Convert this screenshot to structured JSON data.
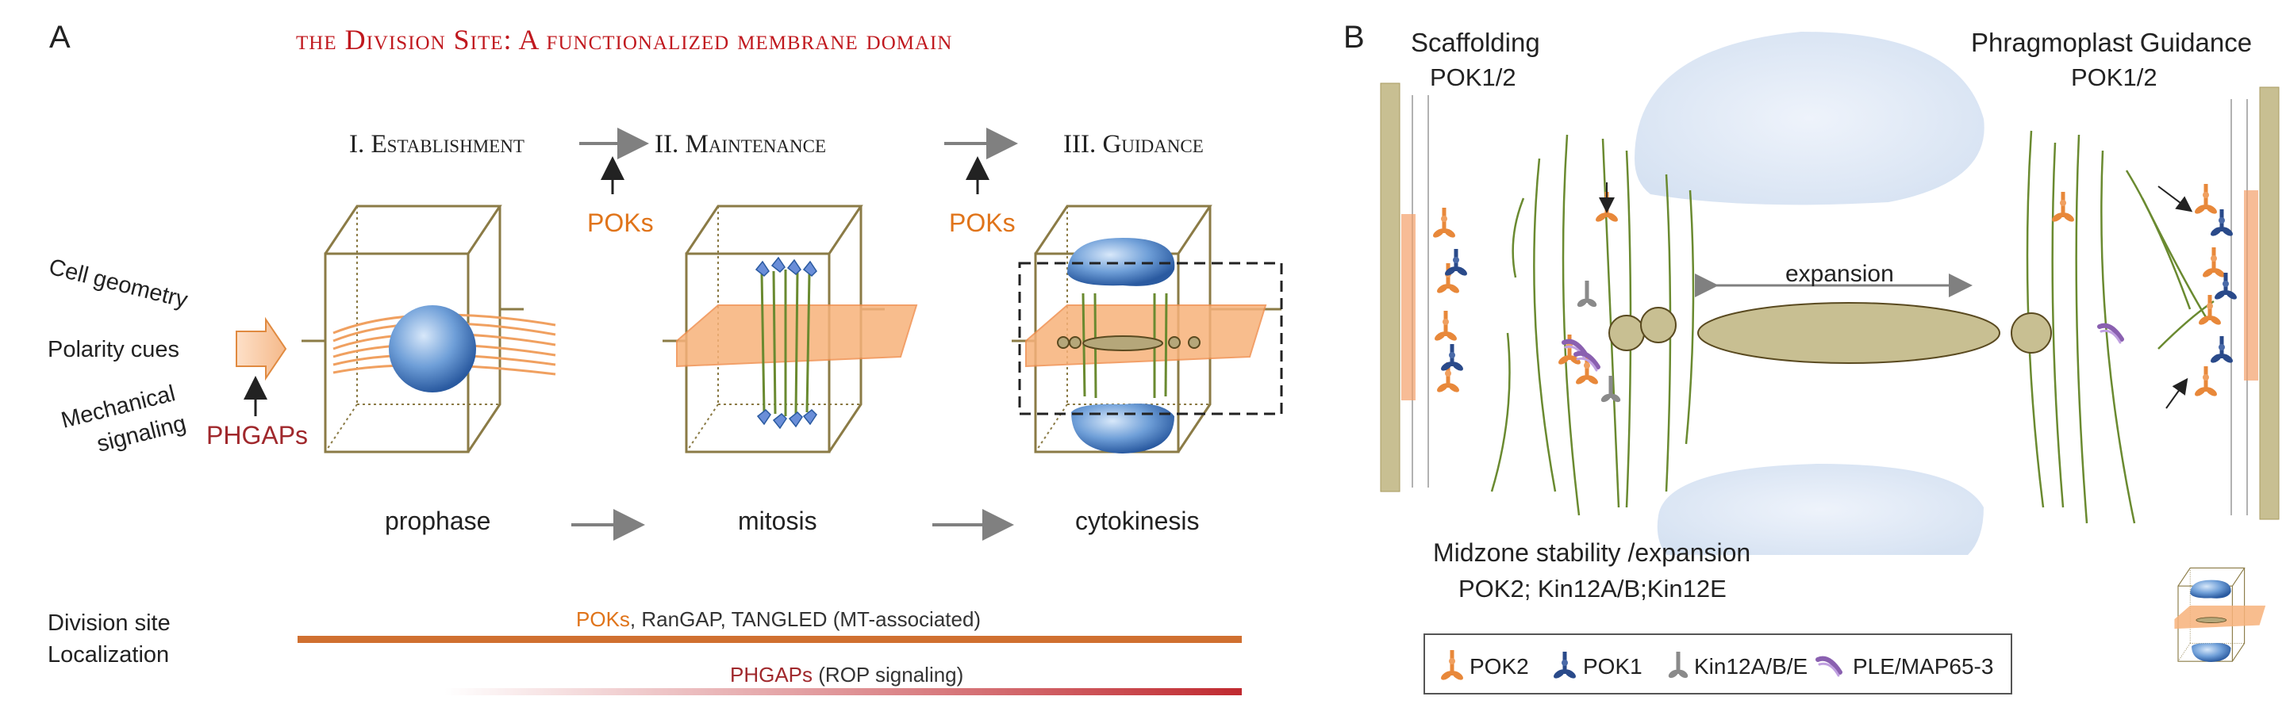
{
  "panel_a": {
    "letter": "A",
    "title": "the Division Site: A functionalized membrane domain",
    "stages": [
      {
        "label": "I. Establishment"
      },
      {
        "label": "II. Maintenance"
      },
      {
        "label": "III. Guidance"
      }
    ],
    "poks_label": "POKs",
    "phases": [
      "prophase",
      "mitosis",
      "cytokinesis"
    ],
    "inputs": [
      "Cell geometry",
      "Polarity cues",
      "Mechanical signaling"
    ],
    "phgaps_label": "PHGAPs",
    "localization": {
      "label_line1": "Division site",
      "label_line2": "Localization",
      "bar1_highlight": "POKs",
      "bar1_rest": ", RanGAP, TANGLED (MT-associated)",
      "bar2_highlight": "PHGAPs",
      "bar2_rest": " (ROP signaling)"
    }
  },
  "panel_b": {
    "letter": "B",
    "left_title": "Scaffolding",
    "left_sub": "POK1/2",
    "right_title": "Phragmoplast Guidance",
    "right_sub": "POK1/2",
    "center_label": "expansion",
    "bottom_title": "Midzone stability /expansion",
    "bottom_sub": "POK2; Kin12A/B;Kin12E",
    "legend": [
      {
        "name": "POK2",
        "color": "#e8883a"
      },
      {
        "name": "POK1",
        "color": "#2a4a8a"
      },
      {
        "name": "Kin12A/B/E",
        "color": "#8a8a8a"
      },
      {
        "name": "PLE/MAP65-3",
        "color": "#8a60b0"
      }
    ]
  },
  "colors": {
    "title_red": "#c0181e",
    "orange": "#e0741a",
    "phgap_red": "#a0282c",
    "cell_wall": "#8b7b46",
    "mt_green": "#6a8a30"
  }
}
